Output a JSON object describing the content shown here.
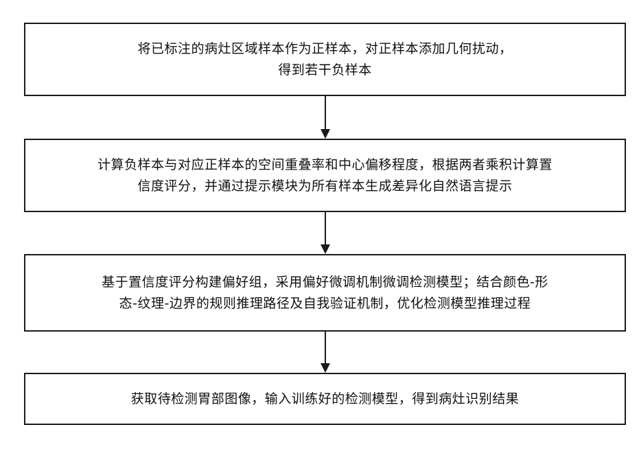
{
  "steps": [
    {
      "lines": [
        "将已标注的病灶区域样本作为正样本，对正样本添加几何扰动，",
        "得到若干负样本"
      ]
    },
    {
      "lines": [
        "计算负样本与对应正样本的空间重叠率和中心偏移程度，根据两者乘积计算置",
        "信度评分，并通过提示模块为所有样本生成差异化自然语言提示"
      ]
    },
    {
      "lines": [
        "基于置信度评分构建偏好组，采用偏好微调机制微调检测模型；结合颜色-形",
        "态-纹理-边界的规则推理路径及自我验证机制，优化检测模型推理过程"
      ]
    },
    {
      "lines": [
        "获取待检测胃部图像，输入训练好的检测模型，得到病灶识别结果"
      ]
    }
  ]
}
